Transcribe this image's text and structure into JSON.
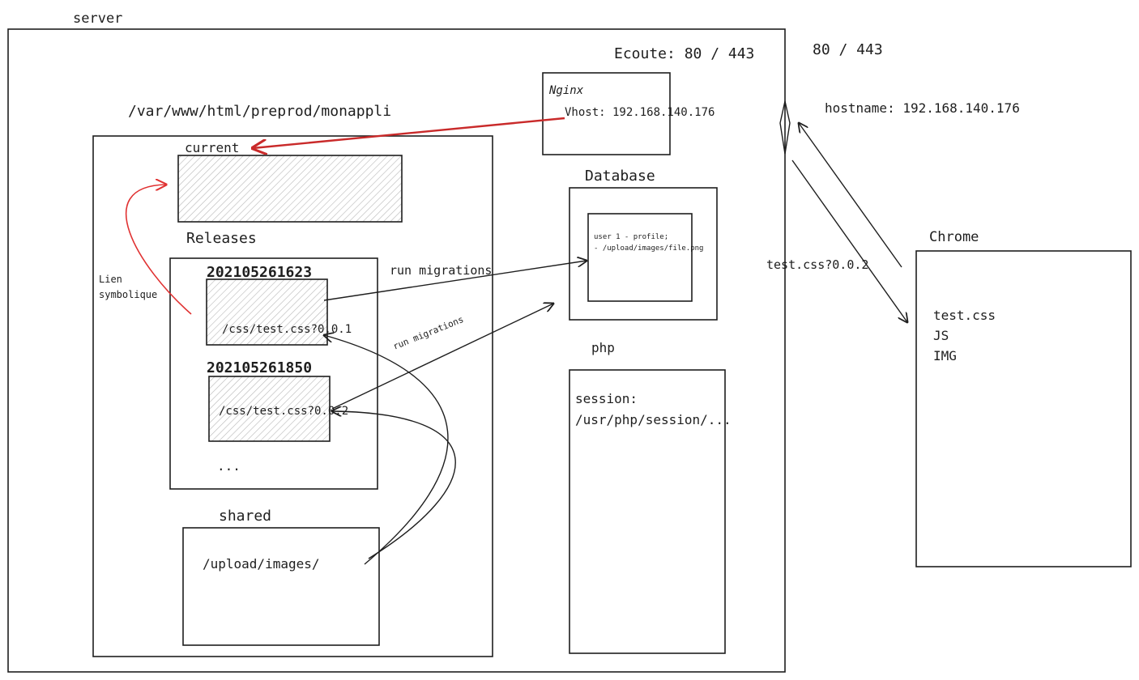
{
  "labels": {
    "server": "server",
    "listen": "Ecoute: 80 / 443",
    "ports": "80 / 443",
    "hostname": "hostname: 192.168.140.176",
    "path": "/var/www/html/preprod/monappli",
    "nginx_title": "Nginx",
    "nginx_vhost": "Vhost: 192.168.140.176",
    "current": "current",
    "releases": "Releases",
    "lien": "Lien",
    "symbolique": "symbolique",
    "release1_name": "202105261623",
    "release1_file": "/css/test.css?0.0.1",
    "release2_name": "202105261850",
    "release2_file": "/css/test.css?0.0.2",
    "ellipsis": "...",
    "shared": "shared",
    "upload": "/upload/images/",
    "run_migrations_1": "run migrations",
    "run_migrations_2": "run migrations",
    "database": "Database",
    "db_line1": "user 1 - profile;",
    "db_line2": "- /upload/images/file.png",
    "php": "php",
    "session_line1": "session:",
    "session_line2": "/usr/php/session/...",
    "chrome": "Chrome",
    "request": "test.css?0.0.2",
    "chrome_item1": "test.css",
    "chrome_item2": "JS",
    "chrome_item3": "IMG"
  },
  "colors": {
    "stroke": "#1e1e1e",
    "symlink_arrow": "#e03131",
    "vhost_arrow": "#c92a2a",
    "hatch": "#b0b0b0"
  }
}
